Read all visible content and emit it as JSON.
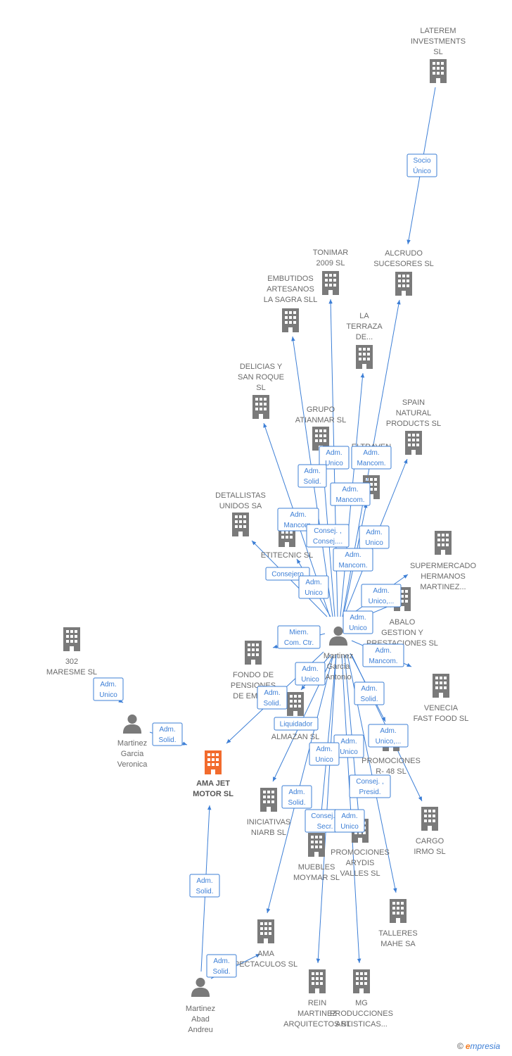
{
  "colors": {
    "edge": "#3d7fd6",
    "company": "#7a7a7a",
    "focus": "#f26b2d",
    "person": "#7a7a7a",
    "label": "#6b6b6b"
  },
  "brand": {
    "copyright": "©",
    "name_first": "e",
    "name_rest": "mpresia"
  },
  "nodes": [
    {
      "id": "laterem",
      "type": "company",
      "lines": [
        "LATEREM",
        "INVESTMENTS",
        "SL"
      ]
    },
    {
      "id": "alcrudo",
      "type": "company",
      "lines": [
        "ALCRUDO",
        "SUCESORES SL"
      ]
    },
    {
      "id": "tonimar",
      "type": "company",
      "lines": [
        "TONIMAR",
        "2009 SL"
      ]
    },
    {
      "id": "embutidos",
      "type": "company",
      "lines": [
        "EMBUTIDOS",
        "ARTESANOS",
        "LA SAGRA SLL"
      ]
    },
    {
      "id": "laterraza",
      "type": "company",
      "lines": [
        "LA",
        "TERRAZA",
        "DE..."
      ]
    },
    {
      "id": "delicias",
      "type": "company",
      "lines": [
        "DELICIAS Y",
        "SAN ROQUE",
        "SL"
      ]
    },
    {
      "id": "grupo",
      "type": "company",
      "lines": [
        "GRUPO",
        "ATIANMAR SL"
      ]
    },
    {
      "id": "spain",
      "type": "company",
      "lines": [
        "SPAIN",
        "NATURAL",
        "PRODUCTS  SL"
      ]
    },
    {
      "id": "eltraven",
      "type": "company",
      "lines": [
        "ELTRAVEN",
        "S"
      ]
    },
    {
      "id": "detallistas",
      "type": "company",
      "lines": [
        "DETALLISTAS",
        "UNIDOS SA"
      ]
    },
    {
      "id": "etitecnic",
      "type": "company",
      "lines": [
        "ETITECNIC  SL"
      ]
    },
    {
      "id": "supermercado",
      "type": "company",
      "lines": [
        "SUPERMERCADO",
        "HERMANOS",
        "MARTINEZ..."
      ]
    },
    {
      "id": "abalo",
      "type": "company",
      "lines": [
        "ABALO",
        "GESTION Y",
        "PRESTACIONES SL"
      ]
    },
    {
      "id": "m302",
      "type": "company",
      "lines": [
        "302",
        "MARESME  SL"
      ]
    },
    {
      "id": "fondo",
      "type": "company",
      "lines": [
        "FONDO DE",
        "PENSIONES",
        "DE EMPL..."
      ]
    },
    {
      "id": "martinezga",
      "type": "person",
      "lines": [
        "Martinez",
        "Garcia",
        "Antonio"
      ]
    },
    {
      "id": "venecia",
      "type": "company",
      "lines": [
        "VENECIA",
        "FAST FOOD SL"
      ]
    },
    {
      "id": "veronica",
      "type": "person",
      "lines": [
        "Martinez",
        "Garcia",
        "Veronica"
      ]
    },
    {
      "id": "almazan",
      "type": "company",
      "lines": [
        "A",
        "ALMAZAN SL"
      ]
    },
    {
      "id": "amajet",
      "type": "focus",
      "lines": [
        "AMA JET",
        "MOTOR  SL"
      ]
    },
    {
      "id": "promr48",
      "type": "company",
      "lines": [
        "PROMOCIONES",
        "R- 48  SL"
      ]
    },
    {
      "id": "iniciativas",
      "type": "company",
      "lines": [
        "INICIATIVAS",
        "NIARB SL"
      ]
    },
    {
      "id": "cargo",
      "type": "company",
      "lines": [
        "CARGO",
        "IRMO  SL"
      ]
    },
    {
      "id": "arydis",
      "type": "company",
      "lines": [
        "PROMOCIONES",
        "ARYDIS",
        "VALLES SL"
      ]
    },
    {
      "id": "muebles",
      "type": "company",
      "lines": [
        "MUEBLES",
        "MOYMAR SL"
      ]
    },
    {
      "id": "talleres",
      "type": "company",
      "lines": [
        "TALLERES",
        "MAHE SA"
      ]
    },
    {
      "id": "ama",
      "type": "company",
      "lines": [
        "AMA",
        "PECTACULOS SL"
      ]
    },
    {
      "id": "andreu",
      "type": "person",
      "lines": [
        "Martinez",
        "Abad",
        "Andreu"
      ]
    },
    {
      "id": "rein",
      "type": "company",
      "lines": [
        "REIN",
        "MARTINEZ",
        "ARQUITECTOS SL"
      ]
    },
    {
      "id": "mg",
      "type": "company",
      "lines": [
        "MG",
        "PRODUCCIONES",
        "ARTISTICAS..."
      ]
    }
  ],
  "edges": [
    {
      "from": "laterem",
      "to": "alcrudo",
      "lines": [
        "Socio",
        "Único"
      ]
    },
    {
      "from": "martinezga",
      "to": "alcrudo",
      "lines": [
        "Adm.",
        "Mancom."
      ]
    },
    {
      "from": "martinezga",
      "to": "tonimar",
      "lines": [
        "Adm.",
        "Unico"
      ]
    },
    {
      "from": "martinezga",
      "to": "embutidos",
      "lines": [
        "Adm.",
        "Solid."
      ]
    },
    {
      "from": "martinezga",
      "to": "laterraza",
      "lines": [
        "Adm.",
        "Mancom."
      ]
    },
    {
      "from": "martinezga",
      "to": "delicias",
      "lines": [
        "Adm.",
        "Mancom."
      ]
    },
    {
      "from": "martinezga",
      "to": "grupo",
      "lines": [
        "Consej. ,",
        "Consej...."
      ]
    },
    {
      "from": "martinezga",
      "to": "spain",
      "lines": [
        "Adm.",
        "Unico"
      ]
    },
    {
      "from": "martinezga",
      "to": "eltraven",
      "lines": [
        "Adm.",
        "Mancom."
      ]
    },
    {
      "from": "martinezga",
      "to": "detallistas",
      "lines": [
        "Consejero"
      ]
    },
    {
      "from": "martinezga",
      "to": "etitecnic",
      "lines": [
        "Adm.",
        "Unico"
      ]
    },
    {
      "from": "martinezga",
      "to": "supermercado",
      "lines": [
        "Adm.",
        "Unico,..."
      ]
    },
    {
      "from": "martinezga",
      "to": "abalo",
      "lines": [
        "Adm.",
        "Unico"
      ]
    },
    {
      "from": "martinezga",
      "to": "fondo",
      "lines": [
        "Miem.",
        "Com. Ctr."
      ]
    },
    {
      "from": "martinezga",
      "to": "venecia",
      "lines": [
        "Adm.",
        "Mancom."
      ]
    },
    {
      "from": "martinezga",
      "to": "amajet",
      "lines": [
        "Adm.",
        "Solid."
      ]
    },
    {
      "from": "martinezga",
      "to": "almazan",
      "lines": [
        "Adm.",
        "Unico"
      ]
    },
    {
      "from": "martinezga",
      "to": "promr48",
      "lines": [
        "Adm.",
        "Solid."
      ]
    },
    {
      "from": "martinezga",
      "to": "iniciativas",
      "lines": [
        "Liquidador"
      ]
    },
    {
      "from": "martinezga",
      "to": "cargo",
      "lines": [
        "Adm.",
        "Unico,..."
      ]
    },
    {
      "from": "martinezga",
      "to": "arydis",
      "lines": [
        "Adm.",
        "Unico"
      ]
    },
    {
      "from": "martinezga",
      "to": "muebles",
      "lines": [
        "Adm.",
        "Unico"
      ]
    },
    {
      "from": "martinezga",
      "to": "talleres",
      "lines": [
        "Consej. ,",
        "Presid."
      ]
    },
    {
      "from": "martinezga",
      "to": "ama",
      "lines": [
        "Adm.",
        "Solid."
      ]
    },
    {
      "from": "martinezga",
      "to": "rein",
      "lines": [
        "Consej. ,",
        "Secr."
      ]
    },
    {
      "from": "martinezga",
      "to": "mg",
      "lines": [
        "Adm.",
        "Unico"
      ]
    },
    {
      "from": "m302",
      "to": "amajet",
      "lines": [
        "Adm.",
        "Unico"
      ]
    },
    {
      "from": "veronica",
      "to": "amajet",
      "lines": [
        "Adm.",
        "Solid."
      ]
    },
    {
      "from": "andreu",
      "to": "amajet",
      "lines": [
        "Adm.",
        "Solid."
      ]
    },
    {
      "from": "andreu",
      "to": "ama",
      "lines": [
        "Adm.",
        "Solid."
      ]
    }
  ]
}
